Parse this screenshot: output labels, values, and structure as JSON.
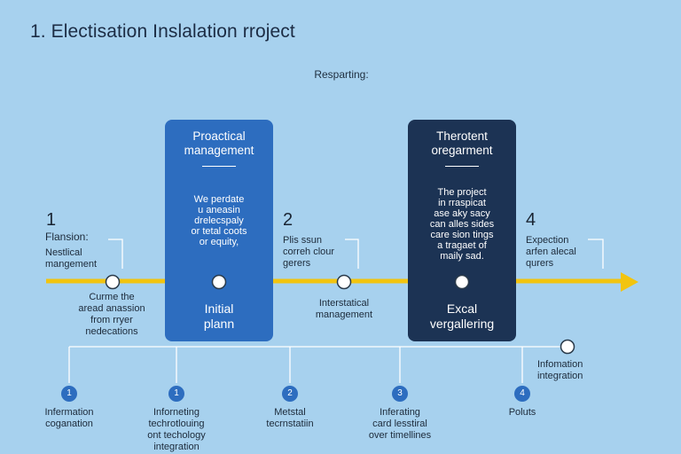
{
  "header": {
    "title": "1.  Electisation Inslalation rroject",
    "subtitle": "Resparting:"
  },
  "colors": {
    "background": "#a7d1ee",
    "timeline": "#f2c40f",
    "card_blue": "#2d6dbf",
    "card_navy": "#1c3354",
    "badge": "#2d6dbf"
  },
  "cards": {
    "left": {
      "title_line1": "Proactical",
      "title_line2": "management",
      "body": [
        "We perdate",
        "u aneasin",
        "drelecspaly",
        "or tetal coots",
        "or equity,"
      ],
      "bottom_line1": "Initial",
      "bottom_line2": "plann"
    },
    "right": {
      "title_line1": "Therotent",
      "title_line2": "oregarment",
      "body": [
        "The project",
        "in rraspicat",
        "ase aky sacy",
        "can alles sides",
        "care sion tings",
        "a tragaet of",
        "maily sad."
      ],
      "bottom_line1": "Excal",
      "bottom_line2": "vergallering"
    }
  },
  "steps": {
    "step1": {
      "number": "1",
      "heading": "Flansion:",
      "text": [
        "Nestlical",
        "mangement"
      ]
    },
    "step2": {
      "number": "2",
      "text": [
        "Plis ssun",
        "correh clour",
        "gerers"
      ]
    },
    "step4": {
      "number": "4",
      "text": [
        "Expection",
        "arfen alecal",
        "qurers"
      ]
    }
  },
  "timeline_notes": {
    "below_left": [
      "Curme the",
      "aread anassion",
      "from rryer",
      "nedecations"
    ],
    "below_mid": [
      "Interstatical",
      "management"
    ],
    "right_end": [
      "Infomation",
      "integration"
    ]
  },
  "bottom_items": [
    {
      "badge": "1",
      "text": [
        "Infermation",
        "coganation"
      ]
    },
    {
      "badge": "1",
      "text": [
        "Inforneting",
        "techrotlouing",
        "ont techology",
        "integration"
      ]
    },
    {
      "badge": "2",
      "text": [
        "Metstal",
        "tecrnstatiin"
      ]
    },
    {
      "badge": "3",
      "text": [
        "Inferating",
        "card lesstiral",
        "over timellines"
      ]
    },
    {
      "badge": "4",
      "text": [
        "Poluts"
      ]
    }
  ]
}
